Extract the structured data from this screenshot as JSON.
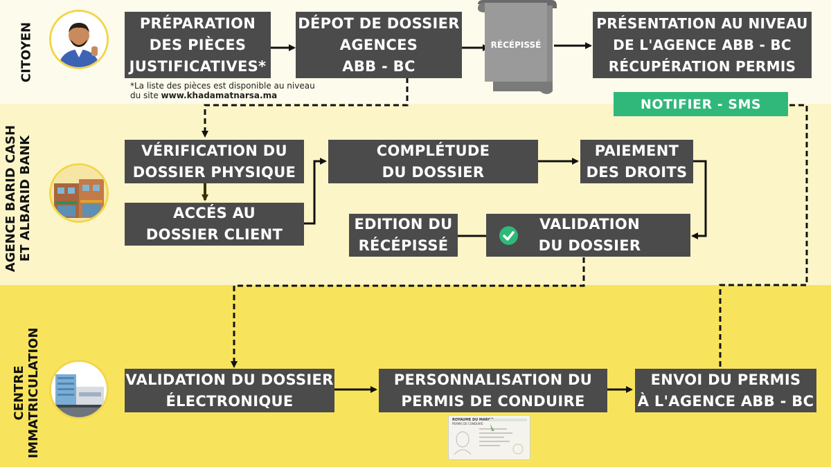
{
  "lanes": {
    "citoyen": "CITOYEN",
    "agence_line1": "AGENCE BARID CASH",
    "agence_line2": "ET ALBARID BANK",
    "centre_line1": "CENTRE",
    "centre_line2": "IMMATRICULATION"
  },
  "boxes": {
    "preparation": [
      "PRÉPARATION",
      "DES PIÈCES",
      "JUSTIFICATIVES*"
    ],
    "depot": [
      "DÉPOT DE DOSSIER",
      "AGENCES",
      "ABB - BC"
    ],
    "recepisse_scroll": "RÉCÉPISSÉ",
    "presentation": [
      "PRÉSENTATION AU NIVEAU",
      "DE L'AGENCE ABB - BC",
      "RÉCUPÉRATION PERMIS"
    ],
    "verification": [
      "VÉRIFICATION DU",
      "DOSSIER PHYSIQUE"
    ],
    "acces": [
      "ACCÉS AU",
      "DOSSIER CLIENT"
    ],
    "completude": [
      "COMPLÉTUDE",
      "DU DOSSIER"
    ],
    "paiement": [
      "PAIEMENT",
      "DES DROITS"
    ],
    "edition": [
      "EDITION DU",
      "RÉCÉPISSÉ"
    ],
    "validation": [
      "VALIDATION",
      "DU DOSSIER"
    ],
    "validation_electronique": [
      "VALIDATION DU DOSSIER",
      "ÉLECTRONIQUE"
    ],
    "personnalisation": [
      "PERSONNALISATION DU",
      "PERMIS DE CONDUIRE"
    ],
    "envoi": [
      "ENVOI DU PERMIS",
      "À L'AGENCE ABB - BC"
    ]
  },
  "note": {
    "line1": "*La liste des pièces est disponible au niveau",
    "line2_prefix": "du site ",
    "line2_site": "www.khadamatnarsa.ma"
  },
  "sms": "NOTIFIER - SMS",
  "license_card": {
    "header_left": "ROYAUME DU MAROC",
    "header_sub": "PERMIS DE CONDUIRE"
  },
  "colors": {
    "box": "#4b4b4b",
    "sms": "#2fb87a",
    "check": "#2fb87a",
    "band_top": "#fdfbec",
    "band_mid": "#fcf5c8",
    "band_bottom": "#f8e45c"
  }
}
